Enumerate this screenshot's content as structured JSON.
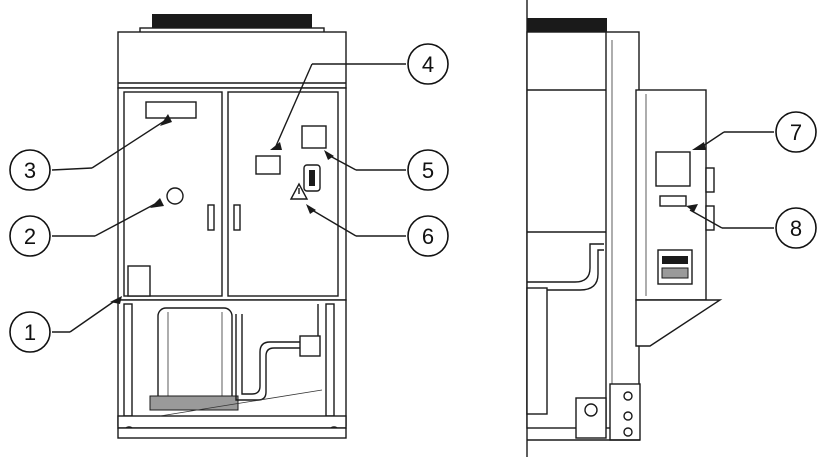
{
  "callouts": [
    {
      "id": "1",
      "label": "1"
    },
    {
      "id": "2",
      "label": "2"
    },
    {
      "id": "3",
      "label": "3"
    },
    {
      "id": "4",
      "label": "4"
    },
    {
      "id": "5",
      "label": "5"
    },
    {
      "id": "6",
      "label": "6"
    },
    {
      "id": "7",
      "label": "7"
    },
    {
      "id": "8",
      "label": "8"
    }
  ]
}
